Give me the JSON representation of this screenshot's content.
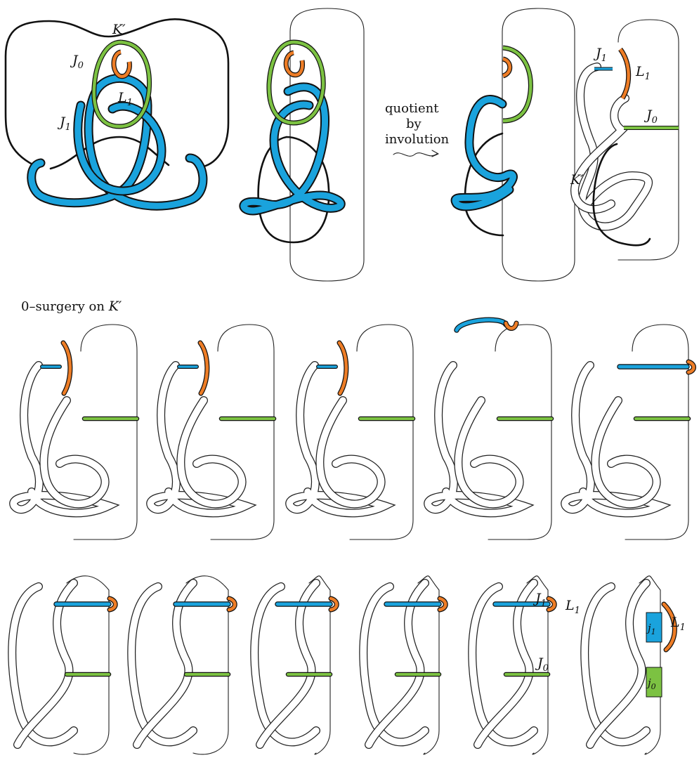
{
  "labels": {
    "k_prime_top": "K′",
    "j0_top": "J",
    "j0_top_sub": "0",
    "l1_top": "L",
    "l1_top_sub": "1",
    "j1_top": "J",
    "j1_top_sub": "1",
    "quotient_line1": "quotient",
    "quotient_line2": "by",
    "quotient_line3": "involution",
    "j1_right": "J",
    "j1_right_sub": "1",
    "l1_right": "L",
    "l1_right_sub": "1",
    "j0_right": "J",
    "j0_right_sub": "0",
    "k_prime_right": "K′",
    "surgery_caption": "0–surgery on ",
    "surgery_caption_k": "K′",
    "bottom_j1": "J",
    "bottom_j1_sub": "1",
    "bottom_l1": "L",
    "bottom_l1_sub": "1",
    "bottom_j0": "J",
    "bottom_j0_sub": "0",
    "last_l1": "L",
    "last_l1_sub": "1",
    "box_j1": "j",
    "box_j1_sub": "1",
    "box_j0": "j",
    "box_j0_sub": "0"
  },
  "colors": {
    "blue": "#1aa3dd",
    "green": "#7cc242",
    "orange": "#ee7d26",
    "black": "#111111",
    "band": "#ffffff"
  }
}
